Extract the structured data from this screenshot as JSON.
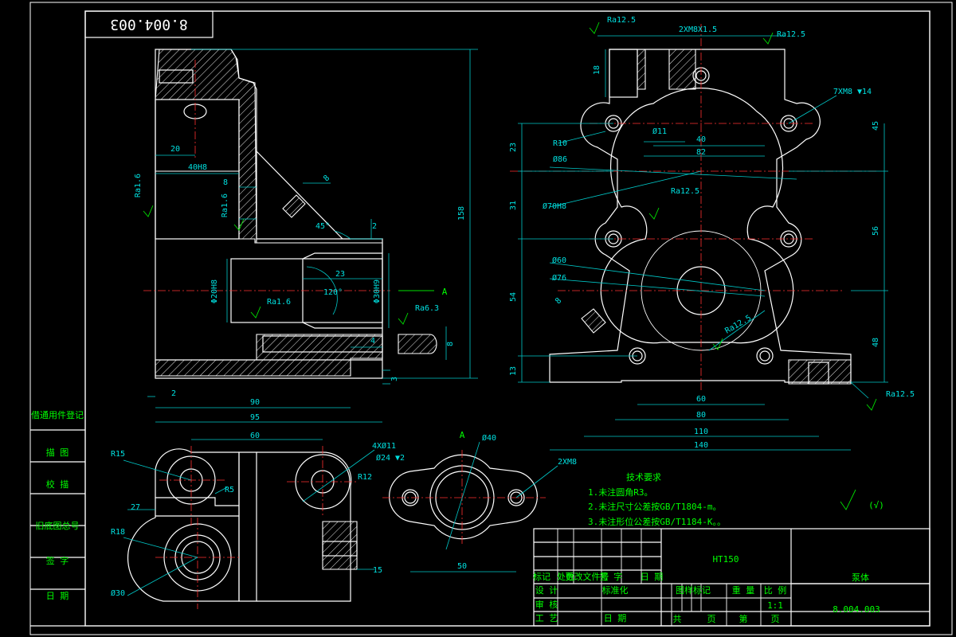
{
  "drawing": {
    "code_top": "8.004.003",
    "side_labels": [
      "借通用件登记",
      "描 图",
      "校 描",
      "旧底图总号",
      "签 字",
      "日 期"
    ]
  },
  "tech": {
    "title": "技术要求",
    "lines": [
      "1.未注圆角R3。",
      "2.未注尺寸公差按GB/T1804-m。",
      "3.未注形位公差按GB/T1184-K。。"
    ],
    "ra_note": "(√)"
  },
  "title_block": {
    "material": "HT150",
    "part_name": "泵体",
    "part_code": "8.004.003",
    "scale_value": "1:1",
    "labels": {
      "revision_row": [
        "标记",
        "处数",
        "更改文件号",
        "签 字",
        "日 期"
      ],
      "design": "设 计",
      "standard": "标准化",
      "review": "审 核",
      "process": "工 艺",
      "date": "日 期",
      "stage_mark": "图样标记",
      "weight": "重 量",
      "scale": "比 例",
      "total": "共",
      "page": "页",
      "sheet": "第",
      "page2": "页"
    }
  },
  "dims": {
    "front": [
      "20",
      "40H8",
      "8",
      "8",
      "45°",
      "2",
      "23",
      "120°",
      "Φ20H8",
      "Φ30H9",
      "Ra1.6",
      "Ra1.6",
      "Ra1.6",
      "Ra6.3",
      "4",
      "8",
      "3",
      "2",
      "90",
      "95",
      "158",
      "A"
    ],
    "right": [
      "Ra12.5",
      "2XM8X1.5",
      "Ra12.5",
      "18",
      "7XM8 ▼14",
      "45",
      "R10",
      "Ø11",
      "40",
      "82",
      "23",
      "Ø86",
      "Ra12.5",
      "31",
      "Ø70H8",
      "56",
      "Ø60",
      "Ø76",
      "54",
      "8",
      "Ra12.5",
      "48",
      "13",
      "60",
      "80",
      "110",
      "140",
      "Ra12.5"
    ],
    "bottom": [
      "60",
      "R15",
      "R5",
      "27",
      "R18",
      "Ø30",
      "4XØ11",
      "Ø24 ▼2",
      "A",
      "Ø40",
      "R12",
      "2XM8",
      "50",
      "15"
    ]
  }
}
